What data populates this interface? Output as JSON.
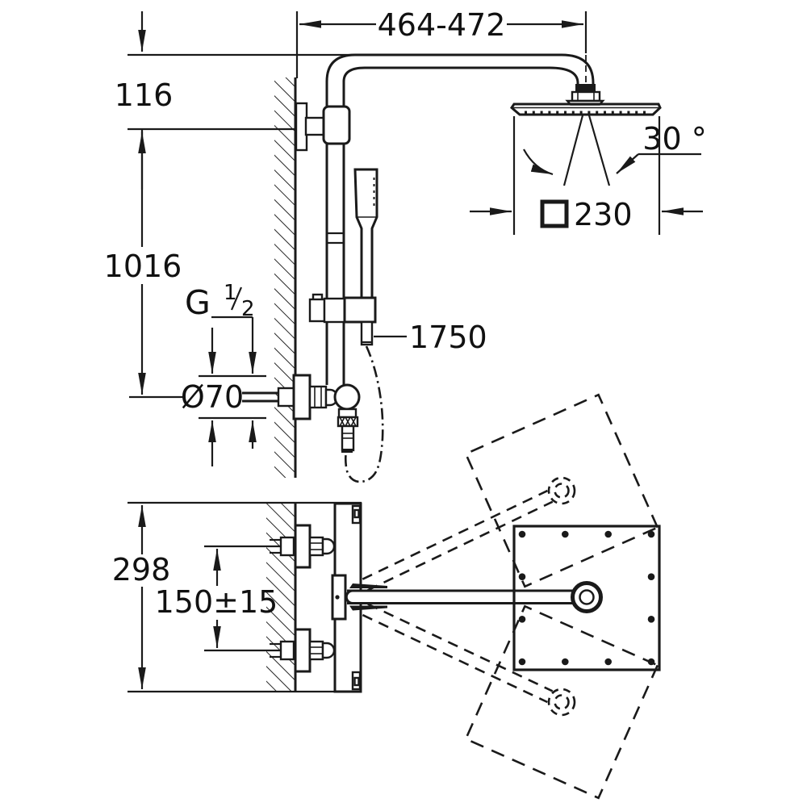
{
  "labels": {
    "arm_reach": "464-472",
    "top_offset": "116",
    "riser_height": "1016",
    "thread_g": "G",
    "thread_num": "1",
    "thread_den": "2",
    "escutcheon_diameter": "Ø70",
    "hose_length": "1750",
    "spray_angle": "30 °",
    "head_width": "230",
    "valve_span": "298",
    "inlet_spacing": "150±15"
  },
  "icons": {
    "square_symbol": "□"
  },
  "colors": {
    "line": "#1a1a1a",
    "background": "#ffffff"
  }
}
